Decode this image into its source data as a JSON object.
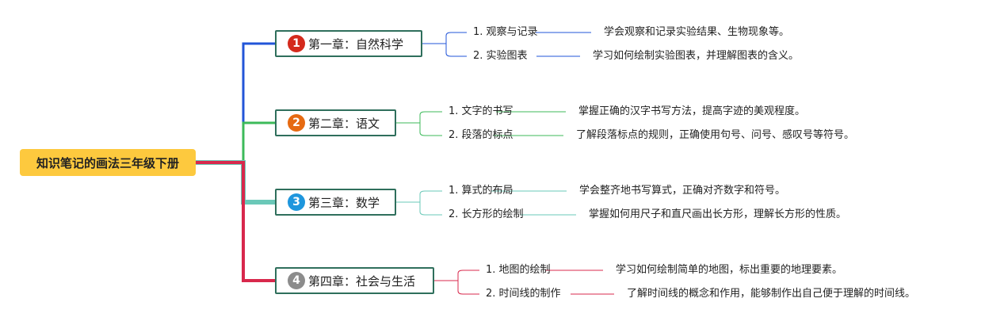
{
  "root": {
    "label": "知识笔记的画法三年级下册"
  },
  "chapters": [
    {
      "num": "1",
      "label": "第一章：自然科学",
      "color": "#2255d8",
      "badge_color": "#d42a1c",
      "items": [
        {
          "label": "1. 观察与记录",
          "desc": "学会观察和记录实验结果、生物现象等。"
        },
        {
          "label": "2. 实验图表",
          "desc": "学习如何绘制实验图表，并理解图表的含义。"
        }
      ]
    },
    {
      "num": "2",
      "label": "第二章：语文",
      "color": "#3cba5a",
      "badge_color": "#e66a12",
      "items": [
        {
          "label": "1. 文字的书写",
          "desc": "掌握正确的汉字书写方法，提高字迹的美观程度。"
        },
        {
          "label": "2. 段落的标点",
          "desc": "了解段落标点的规则，正确使用句号、问号、感叹号等符号。"
        }
      ]
    },
    {
      "num": "3",
      "label": "第三章：数学",
      "color": "#6ac8b8",
      "badge_color": "#1e96dd",
      "items": [
        {
          "label": "1. 算式的布局",
          "desc": "学会整齐地书写算式，正确对齐数字和符号。"
        },
        {
          "label": "2. 长方形的绘制",
          "desc": "掌握如何用尺子和直尺画出长方形，理解长方形的性质。"
        }
      ]
    },
    {
      "num": "4",
      "label": "第四章：社会与生活",
      "color": "#d8284c",
      "badge_color": "#8c8c8c",
      "items": [
        {
          "label": "1. 地图的绘制",
          "desc": "学习如何绘制简单的地图，标出重要的地理要素。"
        },
        {
          "label": "2. 时间线的制作",
          "desc": "了解时间线的概念和作用，能够制作出自己便于理解的时间线。"
        }
      ]
    }
  ],
  "colors": {
    "root_bg": "#fdc93e",
    "chapter_border": "#2f6f5c"
  }
}
